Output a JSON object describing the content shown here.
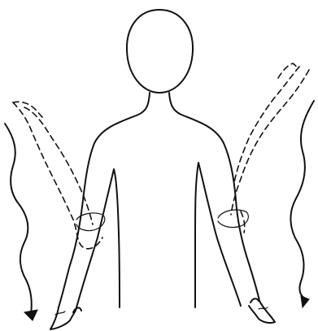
{
  "figure": {
    "subject": "figure-arm-swing-diagram",
    "colors": {
      "line": "#111111",
      "background": "#ffffff"
    },
    "motion": {
      "left_arm": "swing-down",
      "right_arm": "swing-down"
    }
  }
}
